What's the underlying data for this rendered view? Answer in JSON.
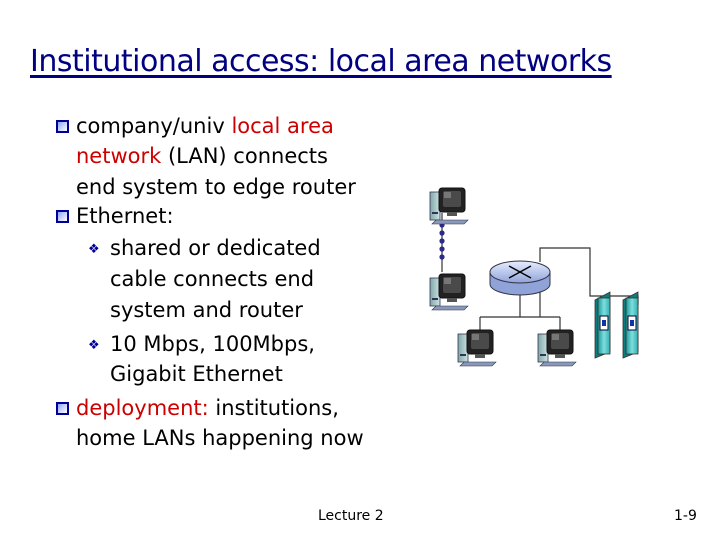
{
  "title": "Institutional access: local area networks",
  "bullets": {
    "b1_prefix": "company/univ",
    "b1_red1": "local area",
    "b1_red2": "network",
    "b1_rest2": "(LAN) connects",
    "b1_line3": "end system to edge router",
    "b2": "Ethernet:",
    "s1_line1": "shared or dedicated",
    "s1_line2": "cable connects end",
    "s1_line3": "system and router",
    "s2_line1": "10 Mbps, 100Mbps,",
    "s2_line2": "Gigabit Ethernet",
    "b3_red": "deployment:",
    "b3_rest": "institutions,",
    "b3_line2": "home LANs happening now"
  },
  "colors": {
    "title": "#000080",
    "highlight": "#cc0000",
    "bullet": "#000099"
  },
  "icons": [
    "desktop-computer-icon",
    "router-icon",
    "server-icon"
  ],
  "footer": {
    "center": "Lecture 2",
    "page": "1-9"
  }
}
